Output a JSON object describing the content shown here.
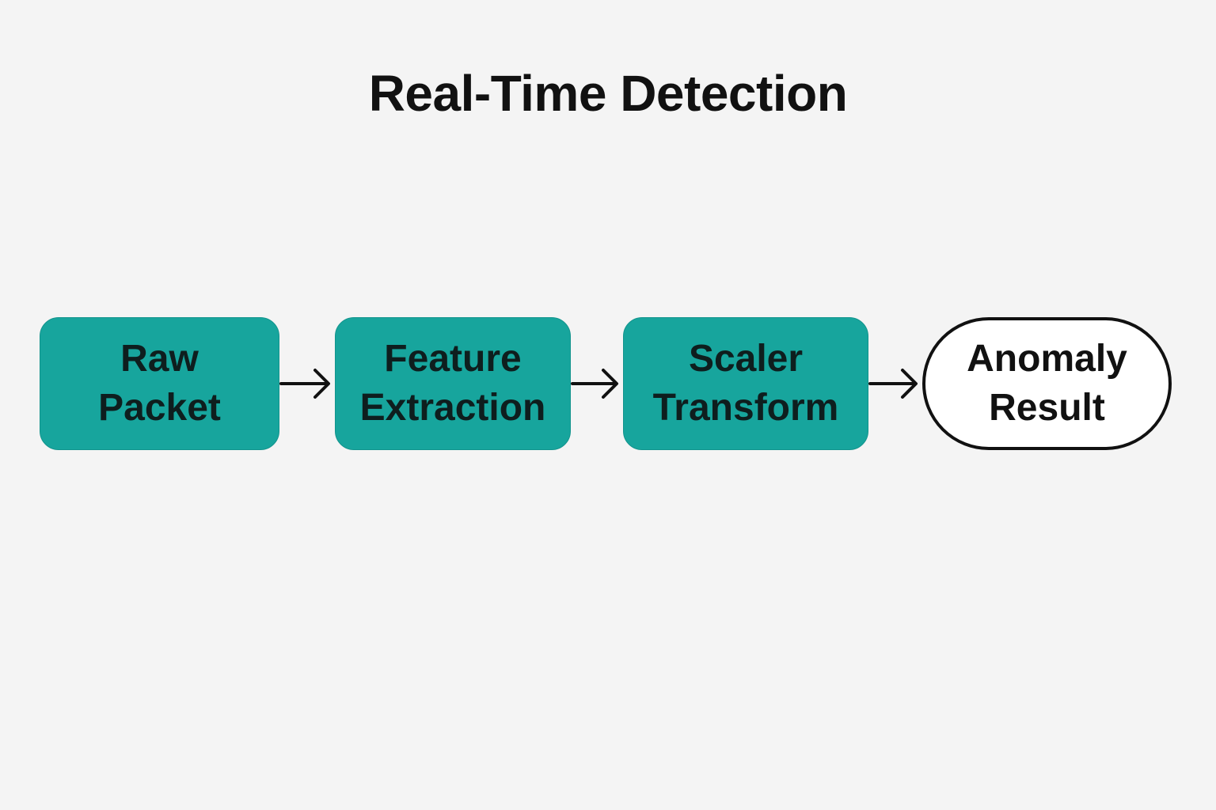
{
  "title": "Real-Time Detection",
  "nodes": [
    {
      "lines": [
        "Raw",
        "Packet"
      ],
      "shape": "rounded-rectangle",
      "fill": "#17a59d"
    },
    {
      "lines": [
        "Feature",
        "Extraction"
      ],
      "shape": "rounded-rectangle",
      "fill": "#17a59d"
    },
    {
      "lines": [
        "Scaler",
        "Transform"
      ],
      "shape": "rounded-rectangle",
      "fill": "#17a59d"
    },
    {
      "lines": [
        "Anomaly",
        "Result"
      ],
      "shape": "stadium",
      "fill": "#ffffff"
    }
  ],
  "edges": [
    {
      "from": 0,
      "to": 1,
      "icon": "arrow-right-icon"
    },
    {
      "from": 1,
      "to": 2,
      "icon": "arrow-right-icon"
    },
    {
      "from": 2,
      "to": 3,
      "icon": "arrow-right-icon"
    }
  ],
  "colors": {
    "background": "#f4f4f4",
    "process_fill": "#17a59d",
    "terminal_fill": "#ffffff",
    "stroke": "#111111"
  }
}
